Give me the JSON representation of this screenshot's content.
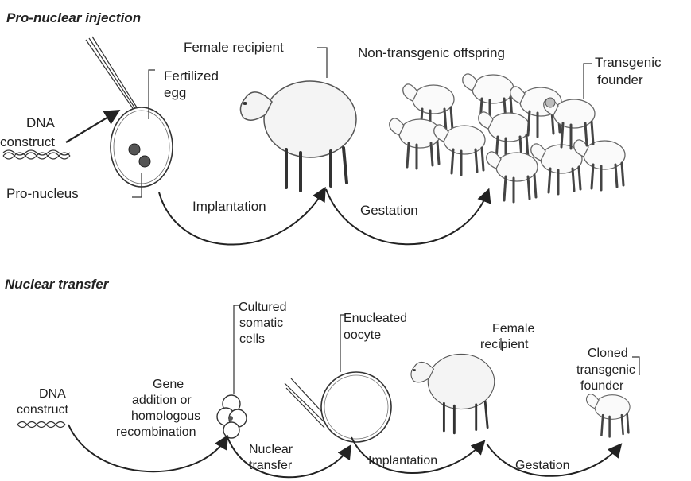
{
  "sections": {
    "pronuclear": {
      "title": "Pro-nuclear injection",
      "dna_line1": "DNA",
      "dna_line2": "construct",
      "fertilized_line1": "Fertilized",
      "fertilized_line2": "egg",
      "pronucleus": "Pro-nucleus",
      "female_recipient": "Female recipient",
      "non_transgenic": "Non-transgenic offspring",
      "transgenic_line1": "Transgenic",
      "transgenic_line2": "founder",
      "implantation": "Implantation",
      "gestation": "Gestation"
    },
    "nuclear": {
      "title": "Nuclear transfer",
      "dna_line1": "DNA",
      "dna_line2": "construct",
      "gene_line1": "Gene",
      "gene_line2": "addition or",
      "gene_line3": "homologous",
      "gene_line4": "recombination",
      "cultured_line1": "Cultured",
      "cultured_line2": "somatic",
      "cultured_line3": "cells",
      "transfer_line1": "Nuclear",
      "transfer_line2": "transfer",
      "enucleated_line1": "Enucleated",
      "enucleated_line2": "oocyte",
      "female_line1": "Female",
      "female_line2": "recipient",
      "implantation": "Implantation",
      "cloned_line1": "Cloned",
      "cloned_line2": "transgenic",
      "cloned_line3": "founder",
      "gestation": "Gestation"
    }
  }
}
